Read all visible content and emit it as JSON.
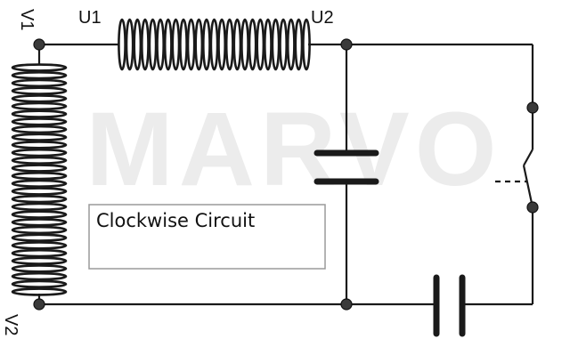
{
  "labels": {
    "v1": "V1",
    "u1": "U1",
    "u2": "U2",
    "v2": "V2"
  },
  "watermark": "MARVO",
  "box_label": "Clockwise Circuit",
  "colors": {
    "line": "#1a1a1a",
    "watermark": "#ececec",
    "box_border": "#9a9a9a"
  }
}
